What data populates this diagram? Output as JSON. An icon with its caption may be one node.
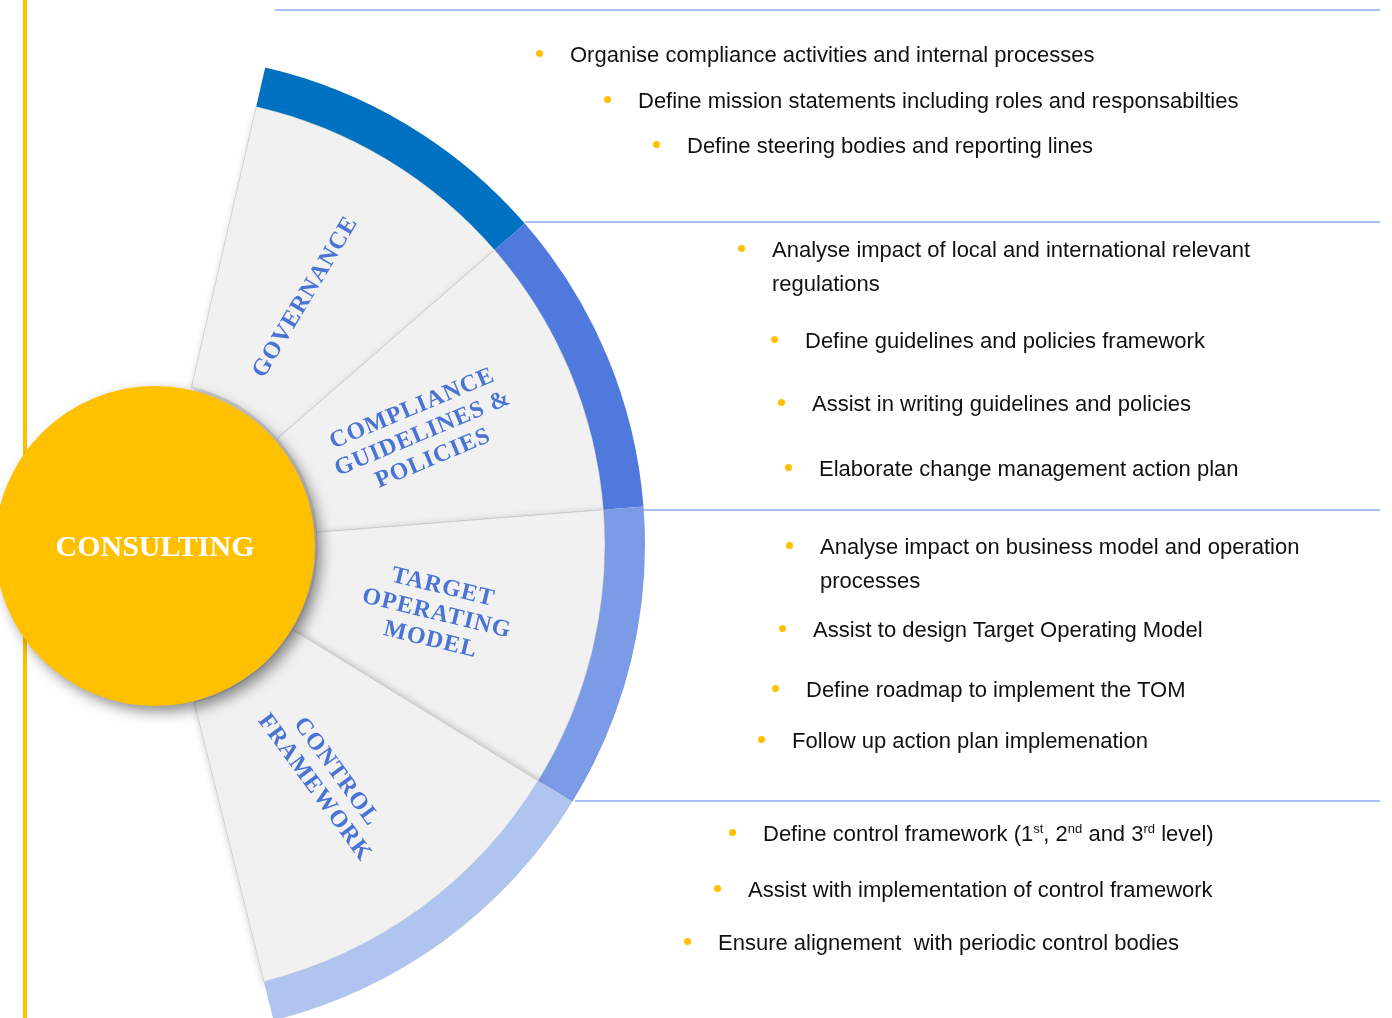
{
  "diagram": {
    "nodes": [
      {
        "text": [
          "CONSULTING"
        ]
      },
      {
        "text": [
          "GOVERNANCE"
        ]
      },
      {
        "text": [
          "COMPLIANCE GUIDELINES & POLICIES"
        ]
      },
      {
        "text": [
          "TARGET OPERATING MODEL"
        ]
      },
      {
        "text": [
          "CONTROL FRAMEWORK"
        ]
      }
    ],
    "labels": [
      "Organise compliance activities and internal processes",
      "Define mission statements including roles and responsabilties",
      "Define steering bodies and reporting lines",
      "Analyse impact of local and international relevant regulations",
      "Define guidelines and policies framework",
      "Assist in writing guidelines and policies",
      "Elaborate change management action plan",
      "Analyse impact on business model and operation processes",
      "Assist to design Target Operating Model",
      "Define roadmap to implement the TOM",
      "Follow up action plan implemenation",
      "Define control framework (1$^{st}$, 2$^{nd}$ and 3$^{rd}$ level)",
      "Assist with implementation of control framework",
      "Ensure alignement  with periodic control bodies"
    ]
  }
}
